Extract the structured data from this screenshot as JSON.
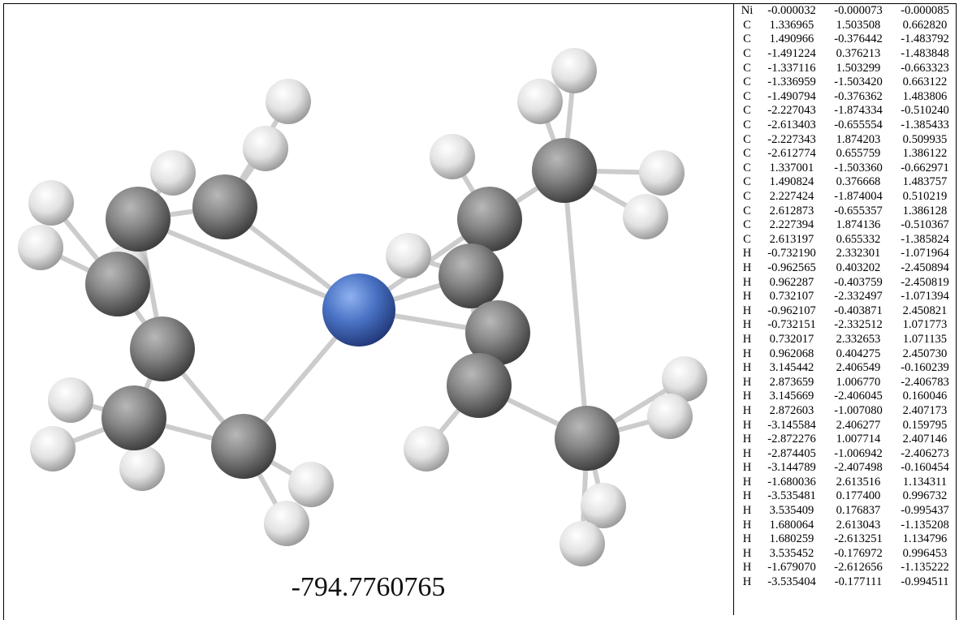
{
  "energy": "-794.7760765",
  "atoms": [
    {
      "el": "Ni",
      "x": "-0.000032",
      "y": "-0.000073",
      "z": "-0.000085"
    },
    {
      "el": "C",
      "x": "1.336965",
      "y": "1.503508",
      "z": "0.662820"
    },
    {
      "el": "C",
      "x": "1.490966",
      "y": "-0.376442",
      "z": "-1.483792"
    },
    {
      "el": "C",
      "x": "-1.491224",
      "y": "0.376213",
      "z": "-1.483848"
    },
    {
      "el": "C",
      "x": "-1.337116",
      "y": "1.503299",
      "z": "-0.663323"
    },
    {
      "el": "C",
      "x": "-1.336959",
      "y": "-1.503420",
      "z": "0.663122"
    },
    {
      "el": "C",
      "x": "-1.490794",
      "y": "-0.376362",
      "z": "1.483806"
    },
    {
      "el": "C",
      "x": "-2.227043",
      "y": "-1.874334",
      "z": "-0.510240"
    },
    {
      "el": "C",
      "x": "-2.613403",
      "y": "-0.655554",
      "z": "-1.385433"
    },
    {
      "el": "C",
      "x": "-2.227343",
      "y": "1.874203",
      "z": "0.509935"
    },
    {
      "el": "C",
      "x": "-2.612774",
      "y": "0.655759",
      "z": "1.386122"
    },
    {
      "el": "C",
      "x": "1.337001",
      "y": "-1.503360",
      "z": "-0.662971"
    },
    {
      "el": "C",
      "x": "1.490824",
      "y": "0.376668",
      "z": "1.483757"
    },
    {
      "el": "C",
      "x": "2.227424",
      "y": "-1.874004",
      "z": "0.510219"
    },
    {
      "el": "C",
      "x": "2.612873",
      "y": "-0.655357",
      "z": "1.386128"
    },
    {
      "el": "C",
      "x": "2.227394",
      "y": "1.874136",
      "z": "-0.510367"
    },
    {
      "el": "C",
      "x": "2.613197",
      "y": "0.655332",
      "z": "-1.385824"
    },
    {
      "el": "H",
      "x": "-0.732190",
      "y": "2.332301",
      "z": "-1.071964"
    },
    {
      "el": "H",
      "x": "-0.962565",
      "y": "0.403202",
      "z": "-2.450894"
    },
    {
      "el": "H",
      "x": "0.962287",
      "y": "-0.403759",
      "z": "-2.450819"
    },
    {
      "el": "H",
      "x": "0.732107",
      "y": "-2.332497",
      "z": "-1.071394"
    },
    {
      "el": "H",
      "x": "-0.962107",
      "y": "-0.403871",
      "z": "2.450821"
    },
    {
      "el": "H",
      "x": "-0.732151",
      "y": "-2.332512",
      "z": "1.071773"
    },
    {
      "el": "H",
      "x": "0.732017",
      "y": "2.332653",
      "z": "1.071135"
    },
    {
      "el": "H",
      "x": "0.962068",
      "y": "0.404275",
      "z": "2.450730"
    },
    {
      "el": "H",
      "x": "3.145442",
      "y": "2.406549",
      "z": "-0.160239"
    },
    {
      "el": "H",
      "x": "2.873659",
      "y": "1.006770",
      "z": "-2.406783"
    },
    {
      "el": "H",
      "x": "3.145669",
      "y": "-2.406045",
      "z": "0.160046"
    },
    {
      "el": "H",
      "x": "2.872603",
      "y": "-1.007080",
      "z": "2.407173"
    },
    {
      "el": "H",
      "x": "-3.145584",
      "y": "2.406277",
      "z": "0.159795"
    },
    {
      "el": "H",
      "x": "-2.872276",
      "y": "1.007714",
      "z": "2.407146"
    },
    {
      "el": "H",
      "x": "-2.874405",
      "y": "-1.006942",
      "z": "-2.406273"
    },
    {
      "el": "H",
      "x": "-3.144789",
      "y": "-2.407498",
      "z": "-0.160454"
    },
    {
      "el": "H",
      "x": "-1.680036",
      "y": "2.613516",
      "z": "1.134311"
    },
    {
      "el": "H",
      "x": "-3.535481",
      "y": "0.177400",
      "z": "0.996732"
    },
    {
      "el": "H",
      "x": "3.535409",
      "y": "0.176837",
      "z": "-0.995437"
    },
    {
      "el": "H",
      "x": "1.680064",
      "y": "2.613043",
      "z": "-1.135208"
    },
    {
      "el": "H",
      "x": "1.680259",
      "y": "-2.613251",
      "z": "1.134796"
    },
    {
      "el": "H",
      "x": "3.535452",
      "y": "-0.176972",
      "z": "0.996453"
    },
    {
      "el": "H",
      "x": "-1.679070",
      "y": "-2.612656",
      "z": "-1.135222"
    },
    {
      "el": "H",
      "x": "-3.535404",
      "y": "-0.177111",
      "z": "-0.994511"
    }
  ],
  "colors": {
    "nickel": "#4a72c4",
    "carbon": "#7a7a7a",
    "hydrogen": "#e6e6e6",
    "bond": "#cccccc"
  }
}
